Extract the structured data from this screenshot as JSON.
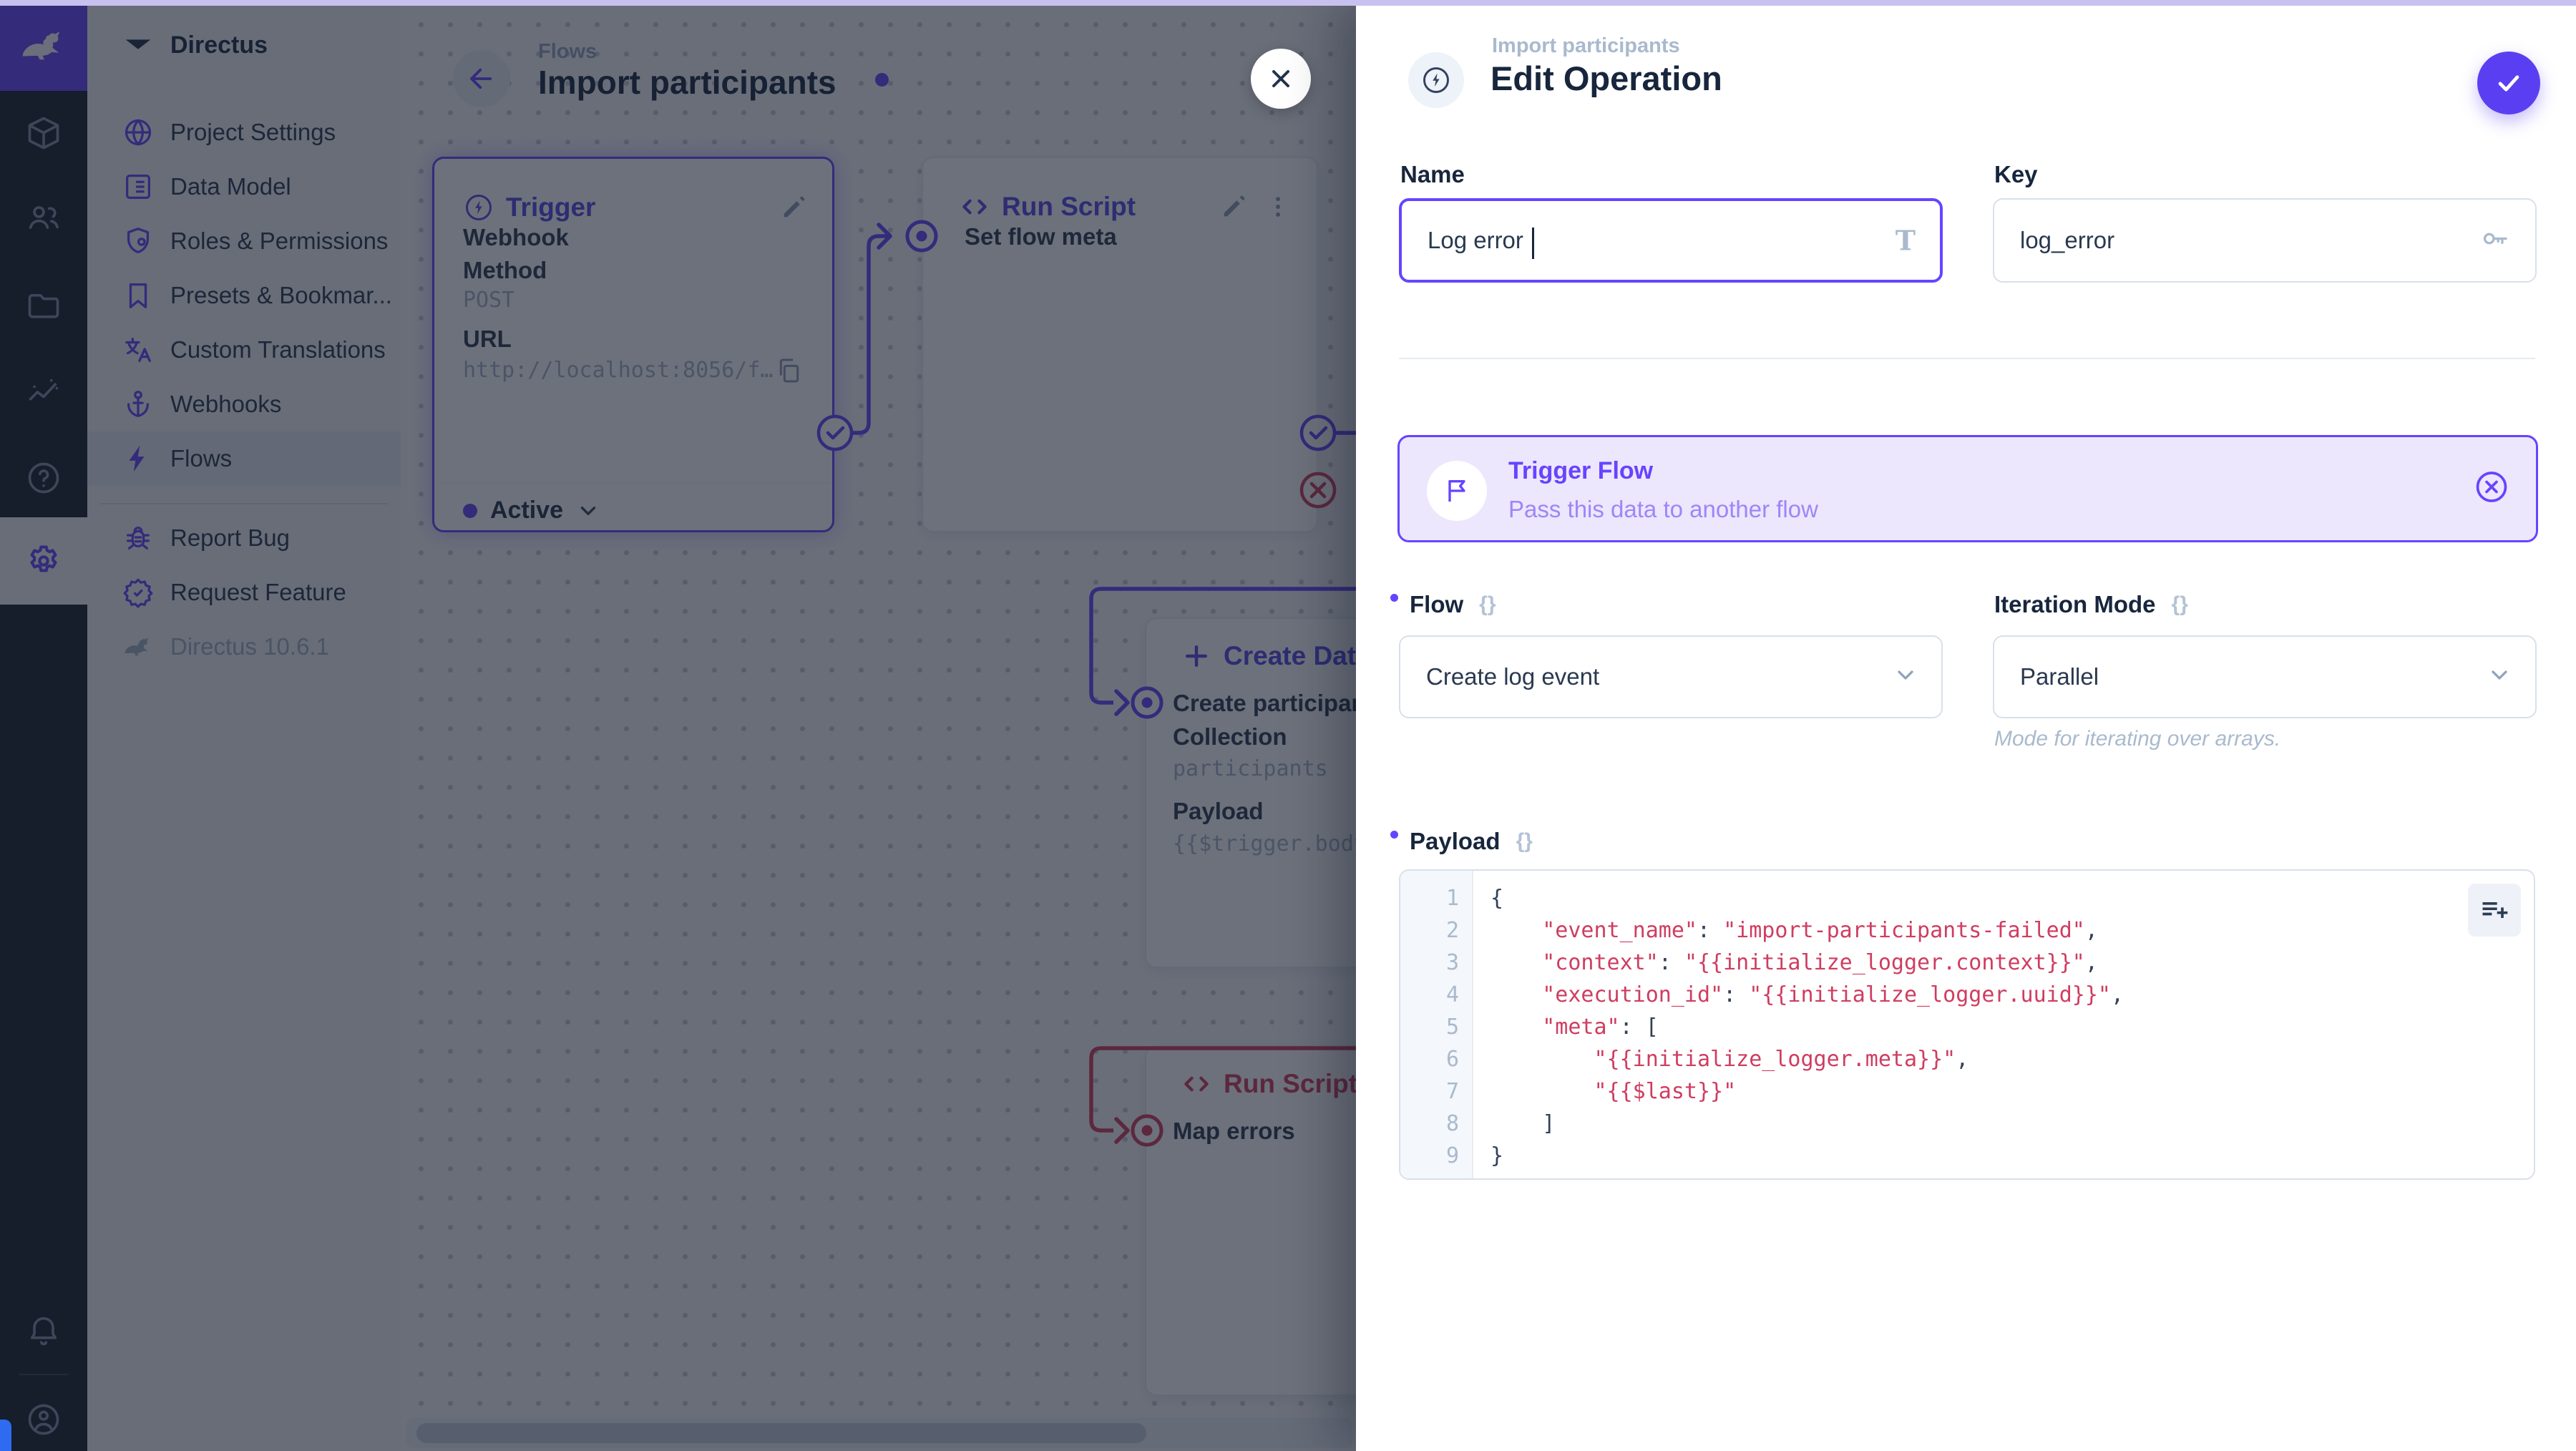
{
  "colors": {
    "accent": "#6644ff",
    "danger": "#cf3d60",
    "banner_bg": "#ece7fd",
    "save_button": "#5a3ff2",
    "code_string": "#cf3d60"
  },
  "module_bar": {
    "logo_icon": "directus-rabbit-icon",
    "modules": [
      {
        "icon": "content-box-icon"
      },
      {
        "icon": "users-icon"
      },
      {
        "icon": "files-folder-icon"
      },
      {
        "icon": "insights-icon"
      },
      {
        "icon": "docs-help-icon"
      },
      {
        "icon": "settings-gear-icon",
        "active": true
      }
    ],
    "bottom": [
      {
        "icon": "notifications-bell-icon"
      },
      {
        "icon": "user-avatar-icon"
      }
    ]
  },
  "sidebar": {
    "project_name": "Directus",
    "items": [
      {
        "icon": "globe-icon",
        "label": "Project Settings"
      },
      {
        "icon": "data-model-icon",
        "label": "Data Model"
      },
      {
        "icon": "roles-shield-icon",
        "label": "Roles & Permissions"
      },
      {
        "icon": "bookmark-icon",
        "label": "Presets & Bookmar..."
      },
      {
        "icon": "translate-icon",
        "label": "Custom Translations"
      },
      {
        "icon": "anchor-icon",
        "label": "Webhooks"
      },
      {
        "icon": "bolt-icon",
        "label": "Flows",
        "active": true
      }
    ],
    "footer_items": [
      {
        "icon": "bug-icon",
        "label": "Report Bug"
      },
      {
        "icon": "feature-badge-icon",
        "label": "Request Feature"
      }
    ],
    "version": "Directus 10.6.1"
  },
  "flow_header": {
    "breadcrumb": "Flows",
    "title": "Import participants"
  },
  "canvas": {
    "trigger_panel": {
      "title": "Trigger",
      "type_label": "Webhook",
      "method_label": "Method",
      "method_value": "POST",
      "url_label": "URL",
      "url_value": "http://localhost:8056/f…",
      "status": "Active"
    },
    "run_script_panel": {
      "title": "Run Script",
      "name": "Set flow meta"
    },
    "create_data_panel": {
      "title": "Create Data",
      "name": "Create participants",
      "collection_label": "Collection",
      "collection_value": "participants",
      "payload_label": "Payload",
      "payload_value": "{{$trigger.body}}"
    },
    "map_errors_panel": {
      "title": "Run Script",
      "name": "Map errors"
    }
  },
  "drawer": {
    "breadcrumb": "Import participants",
    "title": "Edit Operation",
    "raw_icon": "{}",
    "fields": {
      "name": {
        "label": "Name",
        "value": "Log error",
        "right_icon": "title-T-icon"
      },
      "key": {
        "label": "Key",
        "value": "log_error",
        "right_icon": "key-icon"
      },
      "flow": {
        "label": "Flow",
        "value": "Create log event",
        "required": true
      },
      "iteration_mode": {
        "label": "Iteration Mode",
        "value": "Parallel",
        "note": "Mode for iterating over arrays."
      },
      "payload": {
        "label": "Payload",
        "required": true,
        "lines": [
          [
            [
              "pun",
              "{"
            ]
          ],
          [
            [
              "pun",
              "    "
            ],
            [
              "str",
              "\"event_name\""
            ],
            [
              "pun",
              ": "
            ],
            [
              "str",
              "\"import-participants-failed\""
            ],
            [
              "pun",
              ","
            ]
          ],
          [
            [
              "pun",
              "    "
            ],
            [
              "str",
              "\"context\""
            ],
            [
              "pun",
              ": "
            ],
            [
              "str",
              "\"{{initialize_logger.context}}\""
            ],
            [
              "pun",
              ","
            ]
          ],
          [
            [
              "pun",
              "    "
            ],
            [
              "str",
              "\"execution_id\""
            ],
            [
              "pun",
              ": "
            ],
            [
              "str",
              "\"{{initialize_logger.uuid}}\""
            ],
            [
              "pun",
              ","
            ]
          ],
          [
            [
              "pun",
              "    "
            ],
            [
              "str",
              "\"meta\""
            ],
            [
              "pun",
              ": ["
            ]
          ],
          [
            [
              "pun",
              "        "
            ],
            [
              "str",
              "\"{{initialize_logger.meta}}\""
            ],
            [
              "pun",
              ","
            ]
          ],
          [
            [
              "pun",
              "        "
            ],
            [
              "str",
              "\"{{$last}}\""
            ]
          ],
          [
            [
              "pun",
              "    ]"
            ]
          ],
          [
            [
              "pun",
              "}"
            ]
          ]
        ]
      }
    },
    "banner": {
      "title": "Trigger Flow",
      "subtitle": "Pass this data to another flow",
      "icon": "flag-icon",
      "action_icon": "deselect-circle-x-icon"
    }
  }
}
